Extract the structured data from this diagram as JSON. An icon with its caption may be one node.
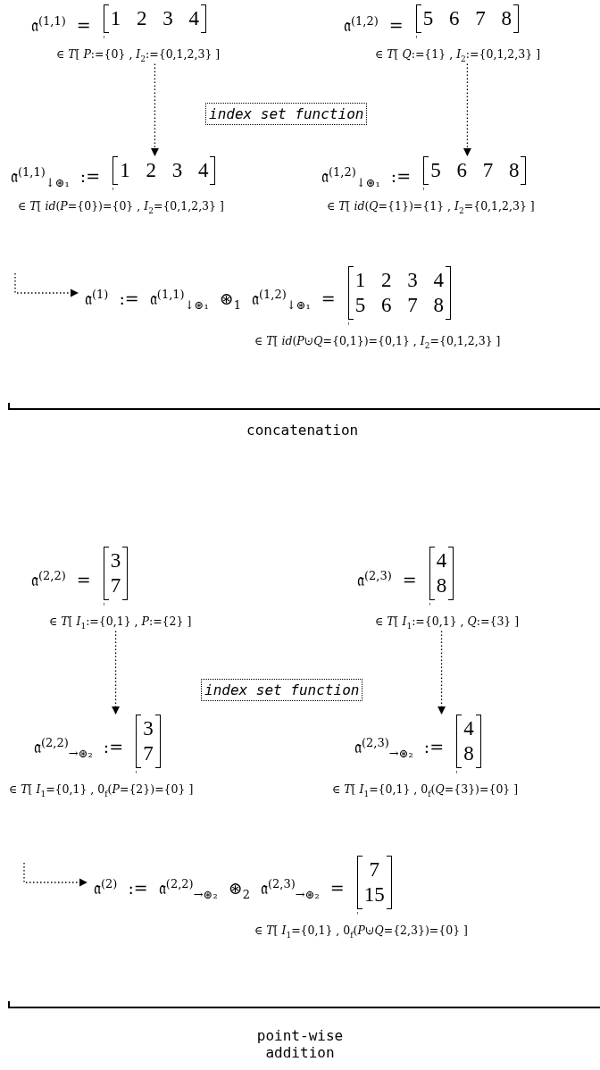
{
  "diagram": {
    "nodes": [
      {
        "text": [
          "𝔞$^{(1,1)}$ =",
          "1 2 3 4",
          "∈ *T*[ *P*:={0} , *I*$_{2}$:={0,1,2,3} ]"
        ]
      },
      {
        "text": [
          "𝔞$^{(1,2)}$ =",
          "5 6 7 8",
          "∈ *T*[ *Q*:={1} , *I*$_{2}$:={0,1,2,3} ]"
        ]
      },
      {
        "text": [
          "index set function"
        ]
      },
      {
        "text": [
          "𝔞$^{(1,1)}$$_{↓⊛₁}$ :=",
          "1 2 3 4",
          "∈ *T*[ *id*(*P*={0})={0} , *I*$_{2}$={0,1,2,3} ]"
        ]
      },
      {
        "text": [
          "𝔞$^{(1,2)}$$_{↓⊛₁}$ :=",
          "5 6 7 8",
          "∈ *T*[ *id*(*Q*={1})={1} , *I*$_{2}$={0,1,2,3} ]"
        ]
      },
      {
        "text": [
          "𝔞$^{(1)}$ := 𝔞$^{(1,1)}$$_{↓⊛₁}$ ⊛$_{1}$ 𝔞$^{(1,2)}$$_{↓⊛₁}$ =",
          "1 2 3 4",
          "5 6 7 8",
          "∈ *T*[ *id*(*P*⊍*Q*={0,1})={0,1} , *I*$_{2}$={0,1,2,3} ]"
        ]
      },
      {
        "text": [
          "𝔞$^{(2,2)}$ =",
          "3",
          "7",
          "∈ *T*[ *I*$_{1}$:={0,1} , *P*:={2} ]"
        ]
      },
      {
        "text": [
          "𝔞$^{(2,3)}$ =",
          "4",
          "8",
          "∈ *T*[ *I*$_{1}$:={0,1} , *Q*:={3} ]"
        ]
      },
      {
        "text": [
          "index set function"
        ]
      },
      {
        "text": [
          "𝔞$^{(2,2)}$$_{→⊛₂}$ :=",
          "3",
          "7",
          "∈ *T*[ *I*$_{1}$={0,1} , 0$_{f}$(*P*={2})={0} ]"
        ]
      },
      {
        "text": [
          "𝔞$^{(2,3)}$$_{→⊛₂}$ :=",
          "4",
          "8",
          "∈ *T*[ *I*$_{1}$={0,1} , 0$_{f}$(*Q*={3})={0} ]"
        ]
      },
      {
        "text": [
          "𝔞$^{(2)}$ := 𝔞$^{(2,2)}$$_{→⊛₂}$ ⊛$_{2}$ 𝔞$^{(2,3)}$$_{→⊛₂}$ =",
          "7",
          "15",
          "∈ *T*[ *I*$_{1}$={0,1} , 0$_{f}$(*P*⊍*Q*={2,3})={0} ]"
        ]
      }
    ],
    "edges": [
      {
        "from": 0,
        "to": 3,
        "arrow": "to",
        "style": "dashed"
      },
      {
        "from": 1,
        "to": 4,
        "arrow": "to",
        "style": "dashed"
      },
      {
        "from": null,
        "to": 5,
        "arrow": "to",
        "style": "dashed"
      },
      {
        "from": 6,
        "to": 9,
        "arrow": "to",
        "style": "dashed"
      },
      {
        "from": 7,
        "to": 10,
        "arrow": "to",
        "style": "dashed"
      },
      {
        "from": null,
        "to": 11,
        "arrow": "to",
        "style": "dashed"
      }
    ],
    "labels": [
      "concatenation",
      "point-wise addition"
    ]
  }
}
